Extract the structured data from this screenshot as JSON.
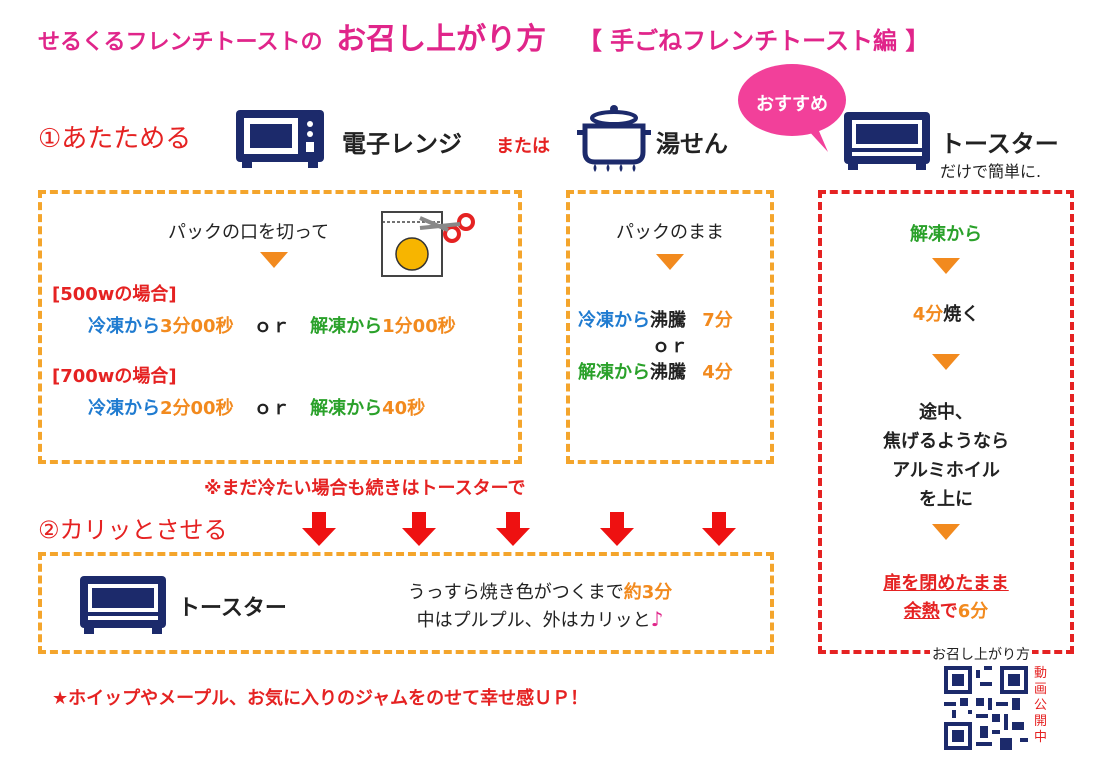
{
  "header": {
    "title_small": "せるくるフレンチトーストの",
    "title_big": "お召し上がり方",
    "title_edition": "【 手ごねフレンチトースト編 】"
  },
  "step1": {
    "label": "①あたためる",
    "microwave": "電子レンジ",
    "or_text": "または",
    "water_bath": "湯せん",
    "recommend": "おすすめ",
    "toaster": "トースター",
    "toaster_note": "だけで簡単に."
  },
  "microwave_box": {
    "cut_text": "パックの口を切って",
    "w500_header": "[500wの場合]",
    "w500_frozen_label": "冷凍から",
    "w500_frozen_time": "3分00秒",
    "w500_or": "ｏｒ",
    "w500_thawed_label": "解凍から",
    "w500_thawed_time": "1分00秒",
    "w700_header": "[700wの場合]",
    "w700_frozen_label": "冷凍から",
    "w700_frozen_time": "2分00秒",
    "w700_or": "ｏｒ",
    "w700_thawed_label": "解凍から",
    "w700_thawed_time": "40秒"
  },
  "bath_box": {
    "pack_text": "パックのまま",
    "frozen_label": "冷凍から",
    "frozen_boil": "沸騰",
    "frozen_time": "7分",
    "or": "ｏｒ",
    "thawed_label": "解凍から",
    "thawed_boil": "沸騰",
    "thawed_time": "4分"
  },
  "toaster_box": {
    "thawed": "解凍から",
    "bake_time": "4分",
    "bake_text": "焼く",
    "mid_1": "途中、",
    "mid_2": "焦げるようなら",
    "mid_3": "アルミホイル",
    "mid_4": "を上に",
    "close_1": "扉を閉めたまま",
    "residual": "余熱",
    "residual_de": "で",
    "residual_time": "6分"
  },
  "note_cold": "※まだ冷たい場合も続きはトースターで",
  "step2": {
    "label": "②カリッとさせる",
    "toaster": "トースター",
    "line1": "うっすら焼き色がつくまで",
    "line1_time": "約3分",
    "line2": "中はプルプル、外はカリッと",
    "note_symbol": "♪"
  },
  "footer": {
    "tip": "★ホイップやメープル、お気に入りのジャムをのせて幸せ感ＵＰ！",
    "qr_label": "お召し上がり方",
    "video_label": "動画公開中"
  },
  "colors": {
    "pink": "#e0258a",
    "red": "#e52222",
    "blue": "#1f7bd0",
    "green": "#2aa12a",
    "orange": "#f28a1e",
    "navy": "#1c2a6b"
  }
}
